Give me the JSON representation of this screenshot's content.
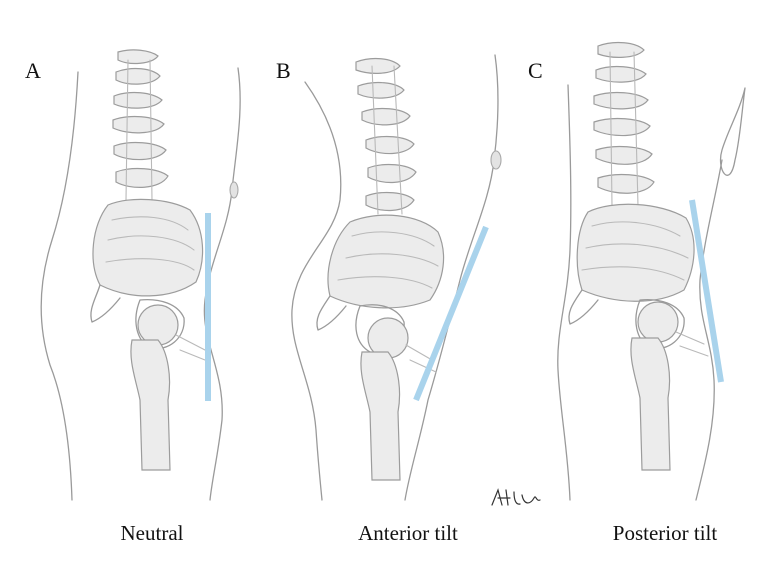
{
  "panels": [
    {
      "letter": "A",
      "caption": "Neutral"
    },
    {
      "letter": "B",
      "caption": "Anterior tilt"
    },
    {
      "letter": "C",
      "caption": "Posterior tilt"
    }
  ],
  "colors": {
    "pelvic_line": "#a9d3ec",
    "sketch": "#9a9a9a",
    "text": "#111111"
  }
}
